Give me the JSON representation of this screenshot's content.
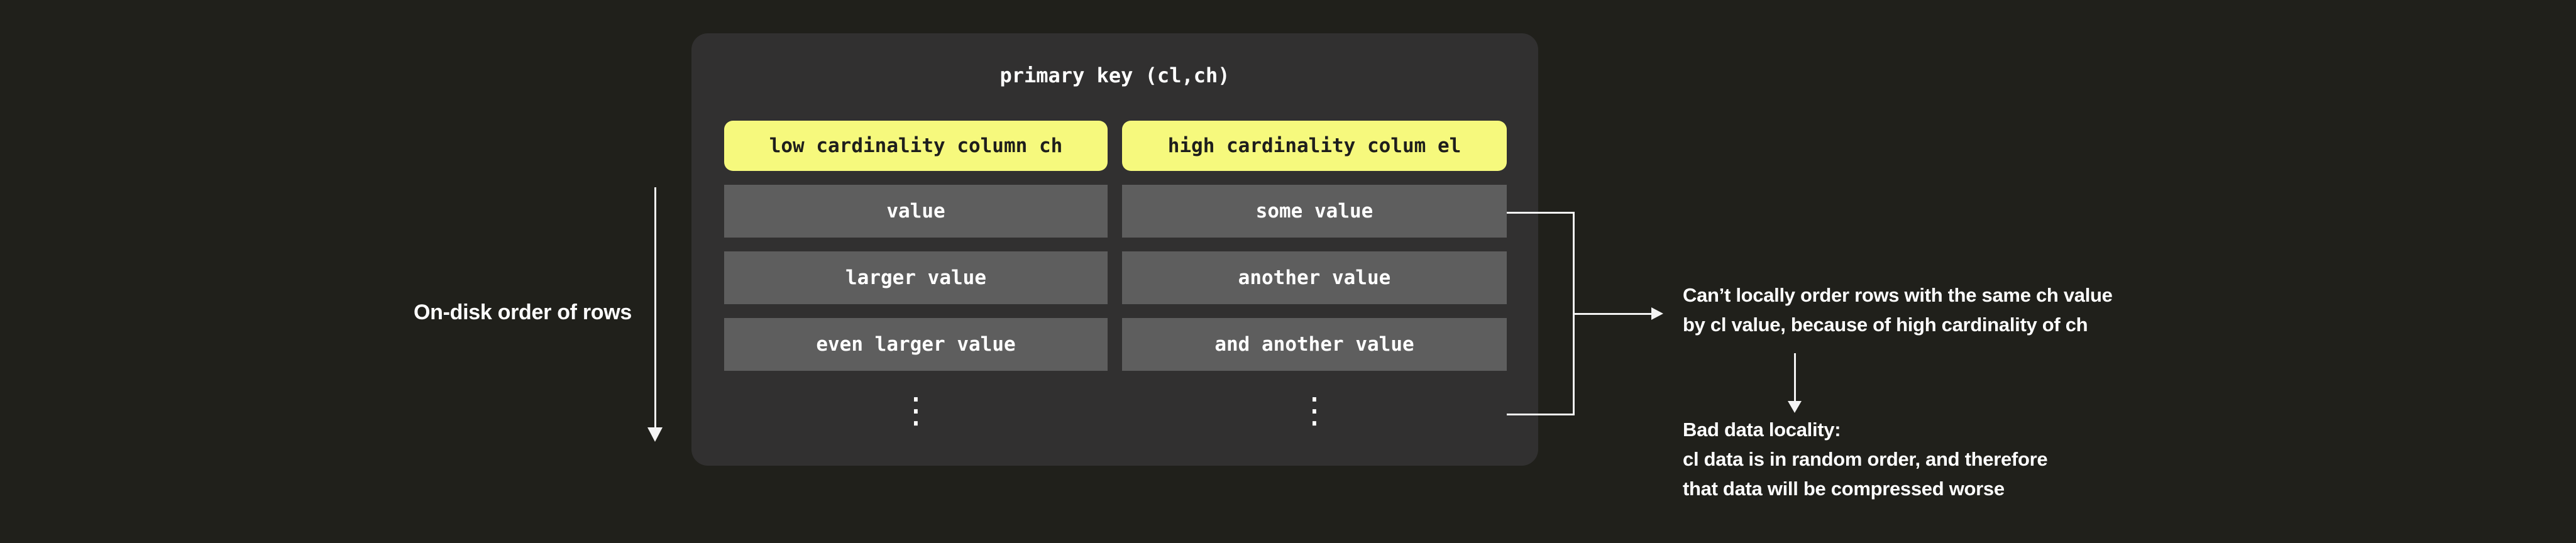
{
  "colors": {
    "page_bg": "#20201b",
    "card_bg": "#313030",
    "header_bg": "#f6f97d",
    "header_text": "#1e1e1c",
    "row_bg": "#5e5e5e",
    "text": "#ffffff",
    "line": "#f4f4f4"
  },
  "card": {
    "title": "primary key (cl,ch)",
    "ellipsis": "⋮",
    "columns": [
      {
        "header": "low cardinality column ch",
        "rows": [
          "value",
          "larger value",
          "even larger value"
        ]
      },
      {
        "header": "high cardinality colum el",
        "rows": [
          "some value",
          "another value",
          "and another value"
        ]
      }
    ]
  },
  "left_annotation": {
    "label": "On-disk order of rows"
  },
  "right_annotations": {
    "note1": {
      "line1": "Can’t locally order rows with the same ch value",
      "line2": "by cl value, because of high cardinality of ch"
    },
    "note2": {
      "line1": "Bad data locality:",
      "line2": "cl data is in random order, and therefore",
      "line3": "that data will be compressed worse"
    }
  }
}
